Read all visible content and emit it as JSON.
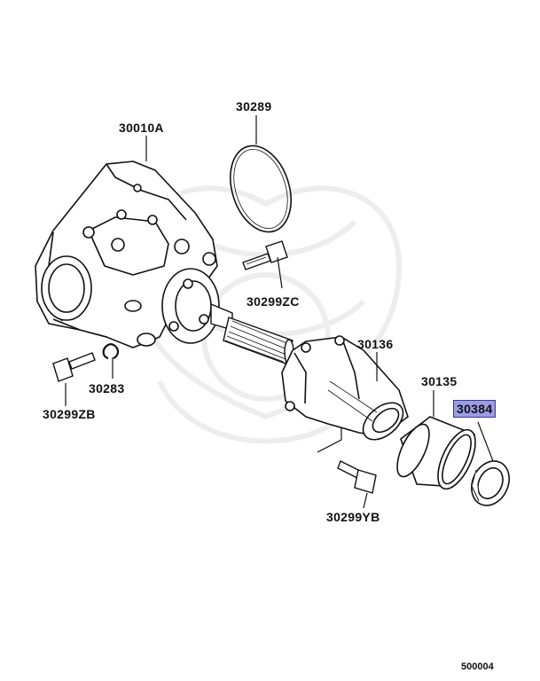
{
  "labels": {
    "p30289": "30289",
    "p30010A": "30010A",
    "p30299ZC": "30299ZC",
    "p30136": "30136",
    "p30283": "30283",
    "p30135": "30135",
    "p30384": "30384",
    "p30299ZB": "30299ZB",
    "p30299YB": "30299YB"
  },
  "highlighted_part": "30384",
  "highlight_color": "#9b9be6",
  "diagram_code": "500004"
}
